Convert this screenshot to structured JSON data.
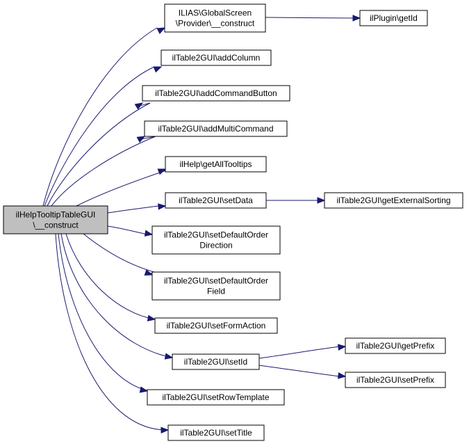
{
  "colors": {
    "edge": "#191970",
    "root_fill": "#bfbfbf",
    "node_fill": "#ffffff",
    "border": "#000000"
  },
  "nodes": [
    {
      "id": "root",
      "lines": [
        "ilHelpTooltipTableGUI",
        "\\__construct"
      ]
    },
    {
      "id": "n_provider",
      "lines": [
        "ILIAS\\GlobalScreen",
        "\\Provider\\__construct"
      ]
    },
    {
      "id": "n_plugin_getid",
      "lines": [
        "ilPlugin\\getId"
      ]
    },
    {
      "id": "n_addcolumn",
      "lines": [
        "ilTable2GUI\\addColumn"
      ]
    },
    {
      "id": "n_addcommandbutton",
      "lines": [
        "ilTable2GUI\\addCommandButton"
      ]
    },
    {
      "id": "n_addmulticommand",
      "lines": [
        "ilTable2GUI\\addMultiCommand"
      ]
    },
    {
      "id": "n_getalltooltips",
      "lines": [
        "ilHelp\\getAllTooltips"
      ]
    },
    {
      "id": "n_setdata",
      "lines": [
        "ilTable2GUI\\setData"
      ]
    },
    {
      "id": "n_getexternalsorting",
      "lines": [
        "ilTable2GUI\\getExternalSorting"
      ]
    },
    {
      "id": "n_setdefaultorderdirection",
      "lines": [
        "ilTable2GUI\\setDefaultOrder",
        "Direction"
      ]
    },
    {
      "id": "n_setdefaultorderfield",
      "lines": [
        "ilTable2GUI\\setDefaultOrder",
        "Field"
      ]
    },
    {
      "id": "n_setformaction",
      "lines": [
        "ilTable2GUI\\setFormAction"
      ]
    },
    {
      "id": "n_setid",
      "lines": [
        "ilTable2GUI\\setId"
      ]
    },
    {
      "id": "n_getprefix",
      "lines": [
        "ilTable2GUI\\getPrefix"
      ]
    },
    {
      "id": "n_setprefix",
      "lines": [
        "ilTable2GUI\\setPrefix"
      ]
    },
    {
      "id": "n_setrowtemplate",
      "lines": [
        "ilTable2GUI\\setRowTemplate"
      ]
    },
    {
      "id": "n_settitle",
      "lines": [
        "ilTable2GUI\\setTitle"
      ]
    }
  ],
  "edges": [
    {
      "from": "root",
      "to": "n_provider"
    },
    {
      "from": "root",
      "to": "n_addcolumn"
    },
    {
      "from": "root",
      "to": "n_addcommandbutton"
    },
    {
      "from": "root",
      "to": "n_addmulticommand"
    },
    {
      "from": "root",
      "to": "n_getalltooltips"
    },
    {
      "from": "root",
      "to": "n_setdata"
    },
    {
      "from": "root",
      "to": "n_setdefaultorderdirection"
    },
    {
      "from": "root",
      "to": "n_setdefaultorderfield"
    },
    {
      "from": "root",
      "to": "n_setformaction"
    },
    {
      "from": "root",
      "to": "n_setid"
    },
    {
      "from": "root",
      "to": "n_setrowtemplate"
    },
    {
      "from": "root",
      "to": "n_settitle"
    },
    {
      "from": "n_provider",
      "to": "n_plugin_getid"
    },
    {
      "from": "n_setdata",
      "to": "n_getexternalsorting"
    },
    {
      "from": "n_setid",
      "to": "n_getprefix"
    },
    {
      "from": "n_setid",
      "to": "n_setprefix"
    }
  ]
}
